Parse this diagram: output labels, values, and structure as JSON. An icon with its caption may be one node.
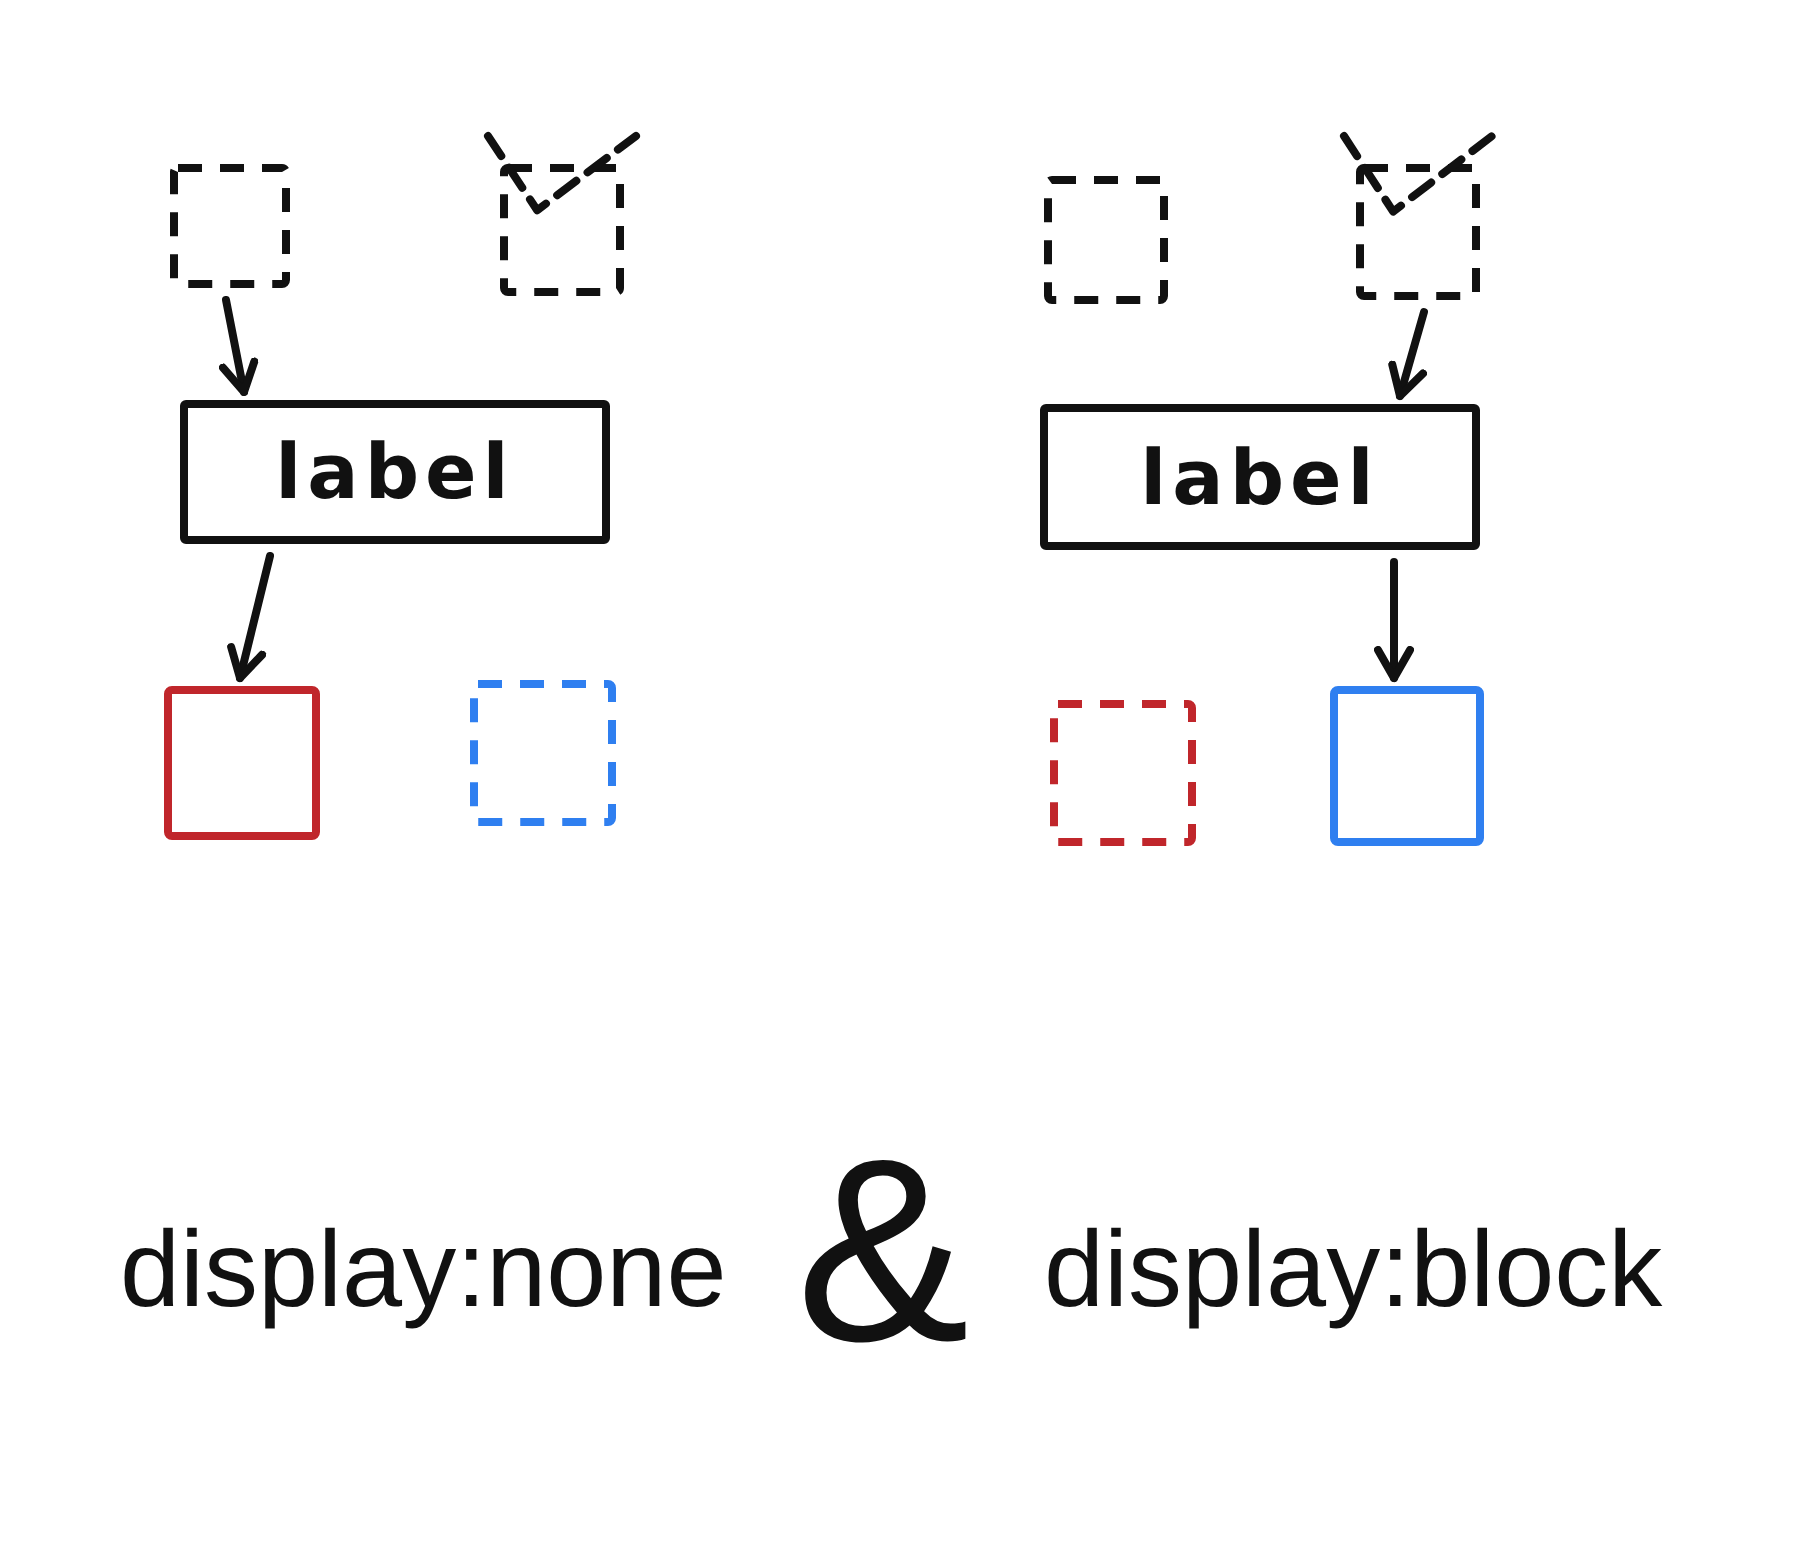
{
  "diagram": {
    "nodes": [
      {
        "text": [],
        "shape": "box"
      },
      {
        "text": [],
        "shape": "box"
      },
      {
        "text": [
          "label"
        ]
      },
      {
        "text": [],
        "shape": "box"
      },
      {
        "text": [],
        "shape": "box"
      },
      {
        "text": [],
        "shape": "box"
      },
      {
        "text": [],
        "shape": "box"
      },
      {
        "text": [
          "label"
        ]
      },
      {
        "text": [],
        "shape": "box"
      },
      {
        "text": [],
        "shape": "box"
      }
    ],
    "edges": [
      {
        "from": 0,
        "to": 2,
        "arrow": "to"
      },
      {
        "from": 2,
        "to": 3,
        "arrow": "to"
      },
      {
        "from": 6,
        "to": 7,
        "arrow": "to"
      },
      {
        "from": 7,
        "to": 9,
        "arrow": "to"
      }
    ],
    "labels": [
      "display:none",
      "&",
      "display:block"
    ]
  }
}
